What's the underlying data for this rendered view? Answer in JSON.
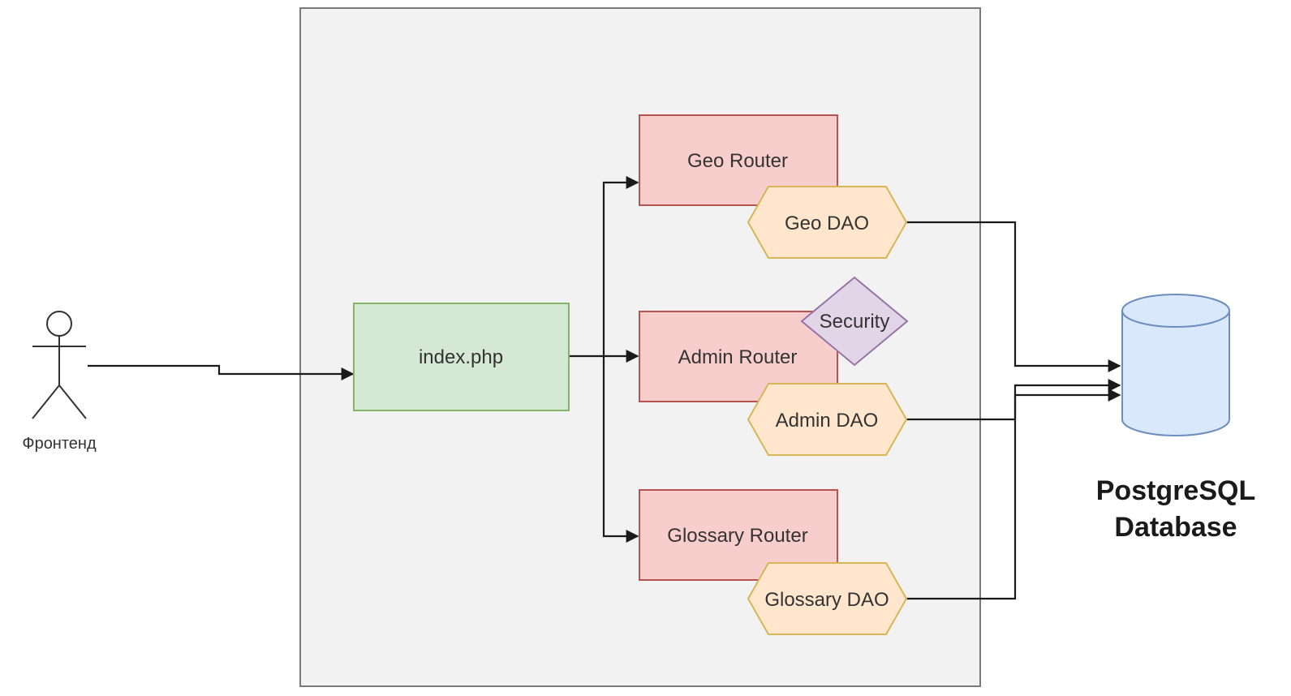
{
  "actor": {
    "label": "Фронтенд"
  },
  "nodes": {
    "index": {
      "label": "index.php"
    },
    "geo_router": {
      "label": "Geo Router"
    },
    "admin_router": {
      "label": "Admin Router"
    },
    "glossary_router": {
      "label": "Glossary Router"
    },
    "geo_dao": {
      "label": "Geo DAO"
    },
    "admin_dao": {
      "label": "Admin DAO"
    },
    "glossary_dao": {
      "label": "Glossary DAO"
    },
    "security": {
      "label": "Security"
    }
  },
  "database": {
    "line1": "PostgreSQL",
    "line2": "Database"
  },
  "colors": {
    "container_fill": "#f2f2f2",
    "container_stroke": "#7a7a7a",
    "index_fill": "#d5e8d4",
    "index_stroke": "#82b366",
    "router_fill": "#f8cecc",
    "router_stroke": "#b85450",
    "dao_fill": "#ffe6cc",
    "dao_stroke": "#d6b656",
    "security_fill": "#e1d5e7",
    "security_stroke": "#9673a6",
    "db_fill": "#dae8fc",
    "db_stroke": "#6c8ebf"
  }
}
